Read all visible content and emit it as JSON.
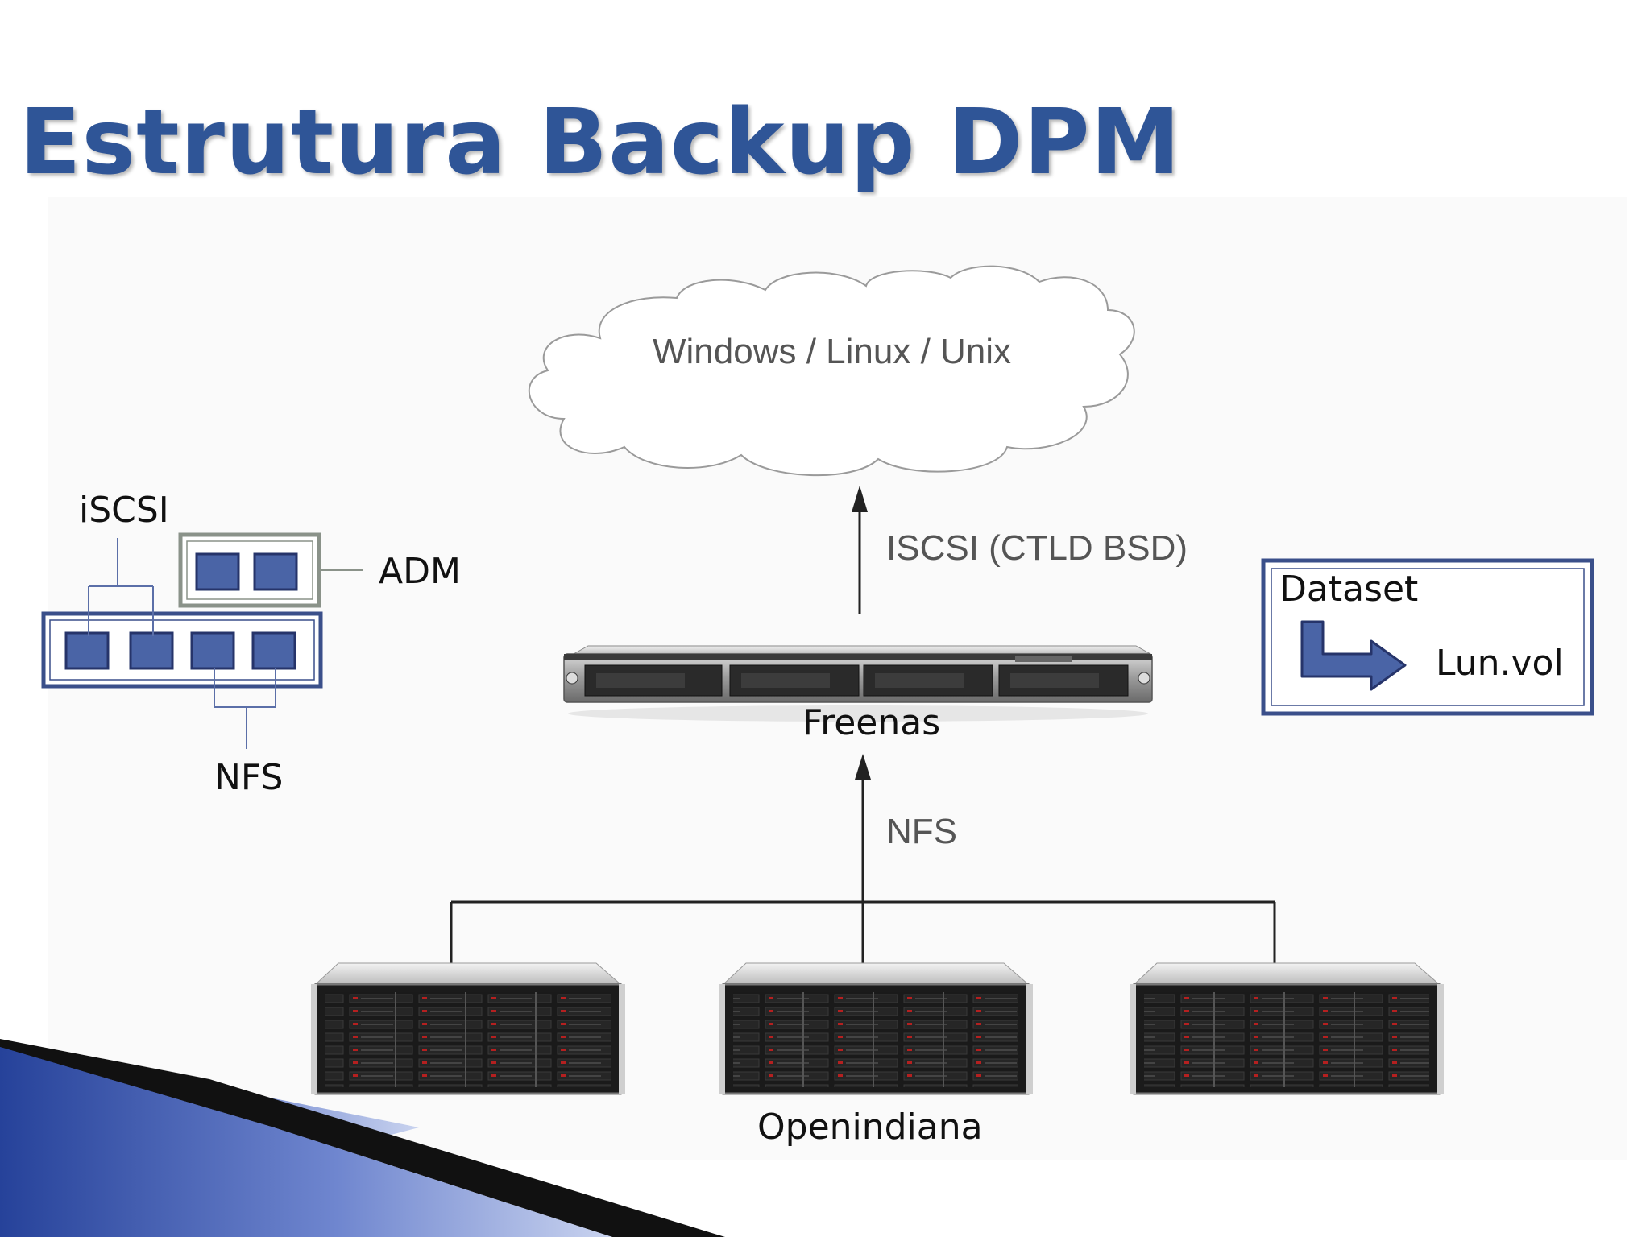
{
  "slide": {
    "title": "Estrutura Backup DPM"
  },
  "diagram": {
    "cloud_label": "Windows / Linux / Unix",
    "iscsi_link_label": "ISCSI (CTLD BSD)",
    "nfs_link_label": "NFS",
    "freenas_label": "Freenas",
    "openindiana_label": "Openindiana",
    "legend": {
      "iscsi_label": "iSCSI",
      "adm_label": "ADM",
      "nfs_label": "NFS"
    },
    "dataset_box": {
      "dataset_label": "Dataset",
      "lun_label": "Lun.vol"
    }
  },
  "colors": {
    "title": "#2f5597",
    "legend_border": "#3a4f8a",
    "legend_square": "#4a64a6",
    "adm_border": "#8a9289",
    "corner_dark": "#111111",
    "corner_blue": "#2e4a9a"
  }
}
